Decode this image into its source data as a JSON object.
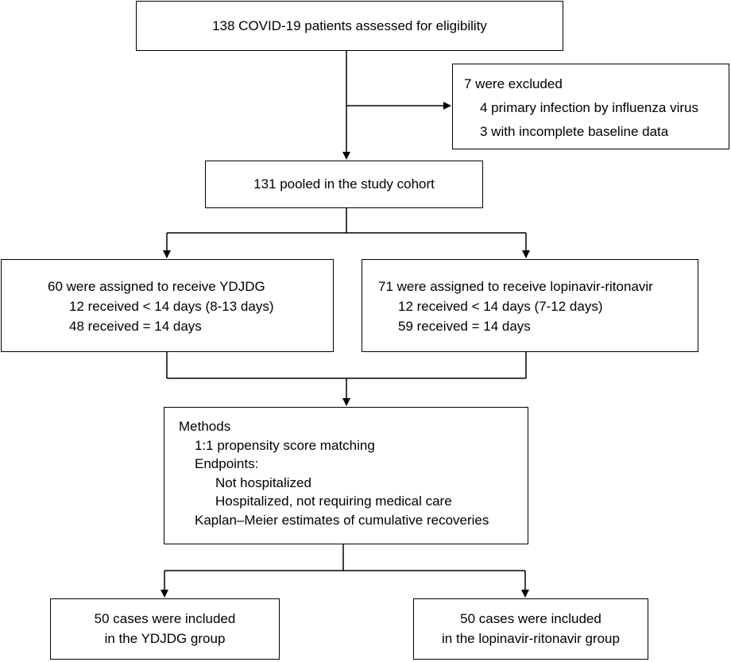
{
  "assessed": {
    "text": "138 COVID-19 patients assessed for eligibility"
  },
  "excluded": {
    "title": "7 were excluded",
    "lines": [
      "4 primary infection by influenza virus",
      "3 with incomplete baseline data"
    ]
  },
  "cohort": {
    "text": "131 pooled in the study cohort"
  },
  "ydjdg_assigned": {
    "title": "60 were assigned to receive YDJDG",
    "lines": [
      "12 received < 14 days (8-13 days)",
      "48 received = 14 days"
    ]
  },
  "lpv_assigned": {
    "title": "71 were assigned to receive lopinavir-ritonavir",
    "lines": [
      "12 received < 14 days (7-12 days)",
      "59 received = 14 days"
    ]
  },
  "methods": {
    "title": "Methods",
    "psm": "1:1 propensity score matching",
    "endpoints_label": "Endpoints:",
    "endpoints": [
      "Not hospitalized",
      "Hospitalized, not requiring medical care"
    ],
    "km": "Kaplan–Meier estimates of cumulative recoveries"
  },
  "ydjdg_group": {
    "lines": [
      "50 cases were included",
      "in the YDJDG group"
    ]
  },
  "lpv_group": {
    "lines": [
      "50 cases were included",
      "in the lopinavir-ritonavir group"
    ]
  }
}
